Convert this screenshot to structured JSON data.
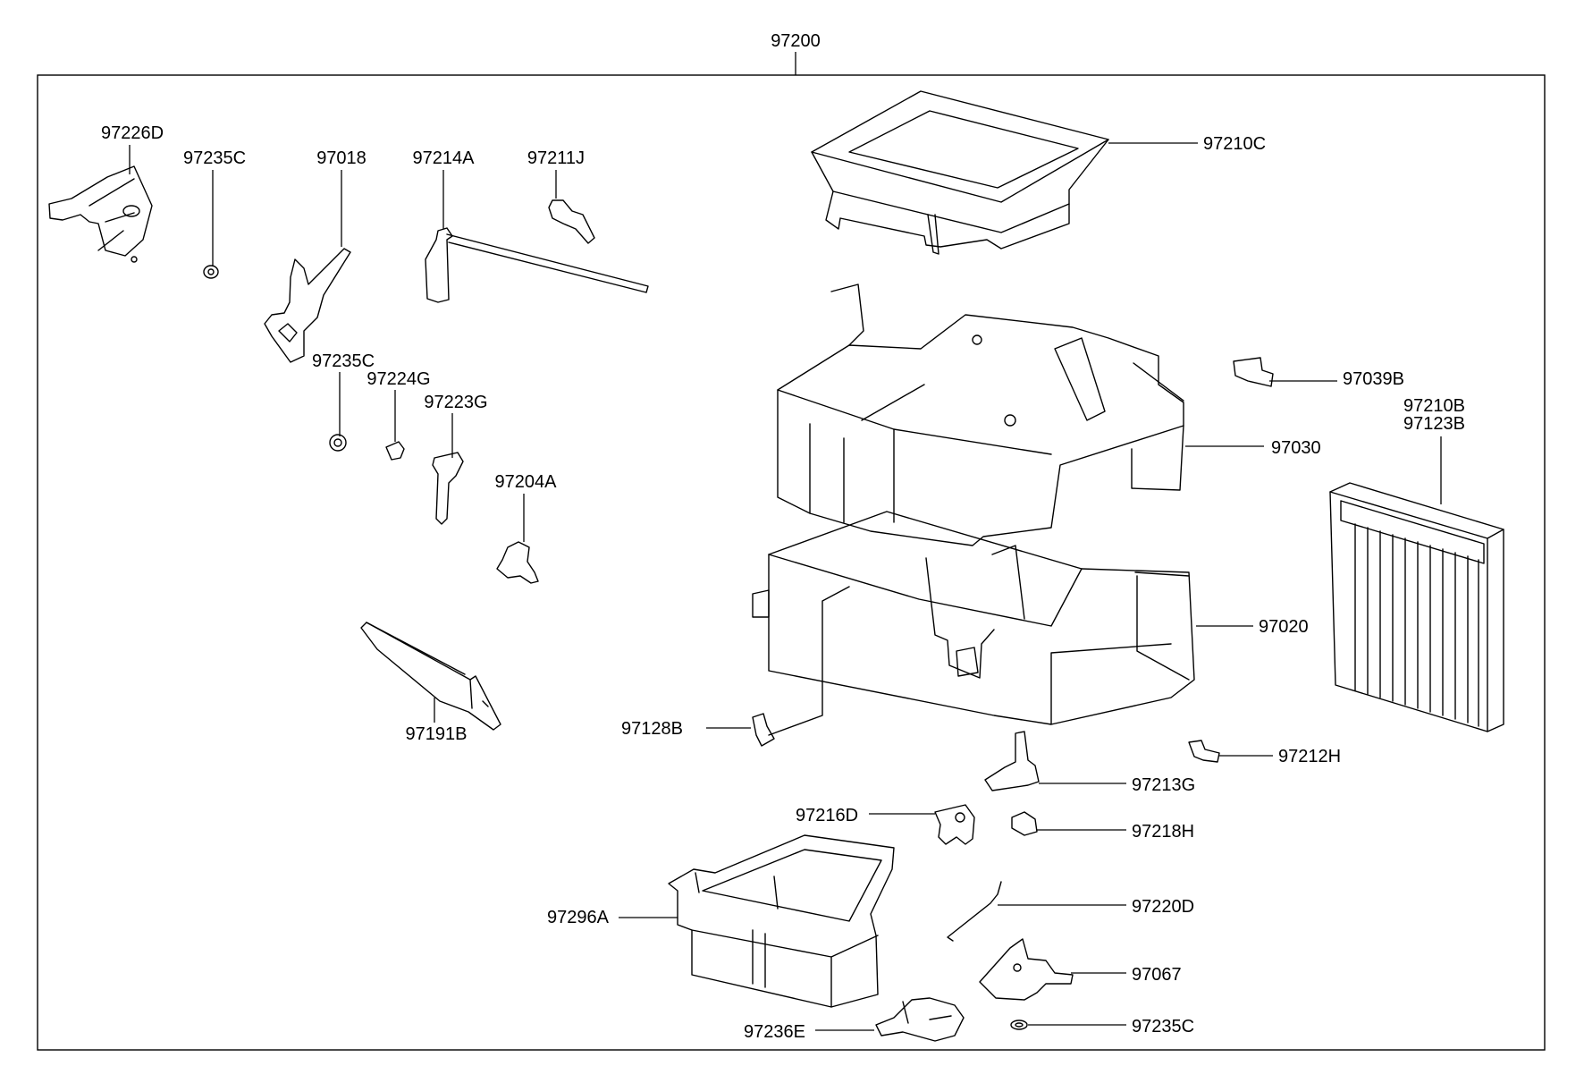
{
  "title_code": "97200",
  "labels": {
    "p97226D": "97226D",
    "p97235C_a": "97235C",
    "p97018": "97018",
    "p97214A": "97214A",
    "p97211J": "97211J",
    "p97210C": "97210C",
    "p97235C_b": "97235C",
    "p97224G": "97224G",
    "p97223G": "97223G",
    "p97204A": "97204A",
    "p97191B": "97191B",
    "p97039B": "97039B",
    "p97210B": "97210B",
    "p97123B": "97123B",
    "p97030": "97030",
    "p97020": "97020",
    "p97128B": "97128B",
    "p97212H": "97212H",
    "p97213G": "97213G",
    "p97216D": "97216D",
    "p97218H": "97218H",
    "p97296A": "97296A",
    "p97220D": "97220D",
    "p97067": "97067",
    "p97236E": "97236E",
    "p97235C_c": "97235C"
  }
}
